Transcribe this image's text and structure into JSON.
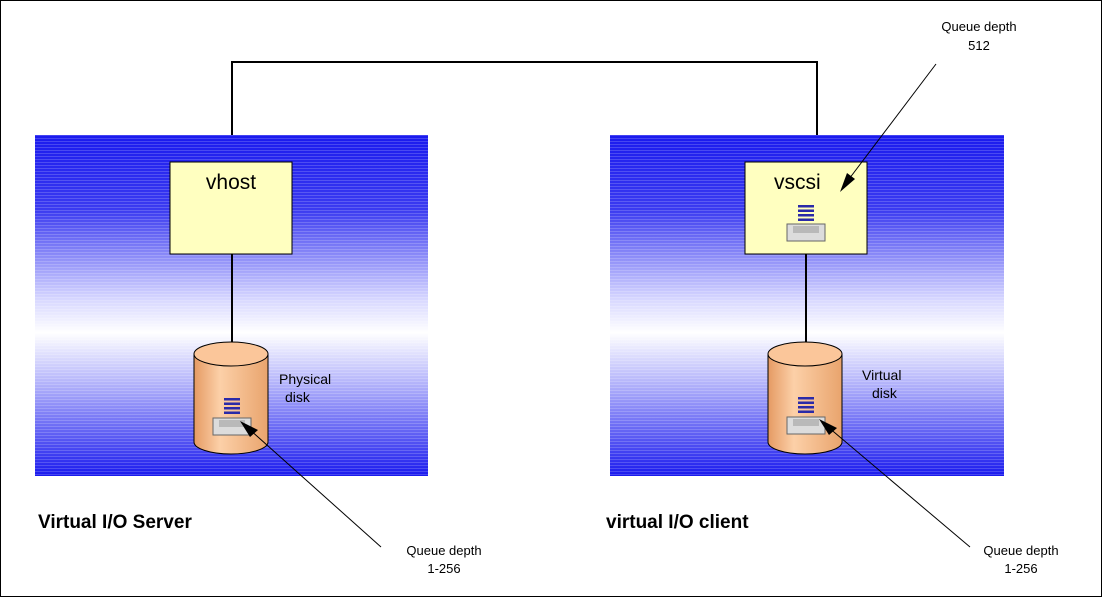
{
  "diagram": {
    "server": {
      "adapter_label": "vhost",
      "disk_label_line1": "Physical",
      "disk_label_line2": "disk",
      "caption": "Virtual I/O Server",
      "queue_line1": "Queue depth",
      "queue_line2": "1-256"
    },
    "client": {
      "adapter_label": "vscsi",
      "disk_label_line1": "Virtual",
      "disk_label_line2": "disk",
      "caption": "virtual I/O client",
      "queue_line1": "Queue depth",
      "queue_line2": "1-256",
      "adapter_queue_line1": "Queue depth",
      "adapter_queue_line2": "512"
    },
    "colors": {
      "panel_dark": "#1a1aee",
      "panel_light": "#ffffff",
      "adapter_fill": "#ffffc0",
      "disk_fill": "#f9bf8f",
      "queue_icon": "#2a2aa8"
    }
  }
}
